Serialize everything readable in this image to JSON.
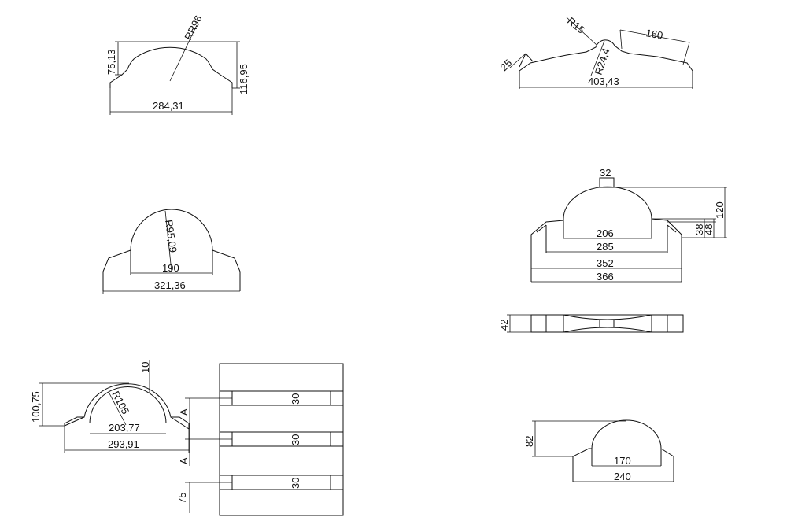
{
  "views": {
    "top_left": {
      "radius": "RR96",
      "height_left": "75,13",
      "height_right": "116,95",
      "width": "284,31"
    },
    "mid_left": {
      "radius": "R95,09",
      "inner_width": "190",
      "outer_width": "321,36"
    },
    "bottom_left": {
      "thickness": "10",
      "radius": "R105",
      "height": "100,75",
      "inner_width": "203,77",
      "outer_width": "293,91"
    },
    "plan_view": {
      "section_mark_top": "A",
      "section_mark_bottom": "A",
      "rib_1": "30",
      "rib_2": "30",
      "rib_3": "30",
      "spacing": "75"
    },
    "top_right": {
      "radius_small": "R15",
      "radius_large": "R24,4",
      "length": "160",
      "tab": "25",
      "overall": "403,43"
    },
    "mid_right": {
      "boss": "32",
      "d1": "206",
      "d2": "285",
      "d3": "352",
      "d4": "366",
      "h1": "120",
      "h2": "38",
      "h3": "48"
    },
    "side_view": {
      "height": "42"
    },
    "bottom_right": {
      "height": "82",
      "inner_width": "170",
      "outer_width": "240"
    }
  }
}
